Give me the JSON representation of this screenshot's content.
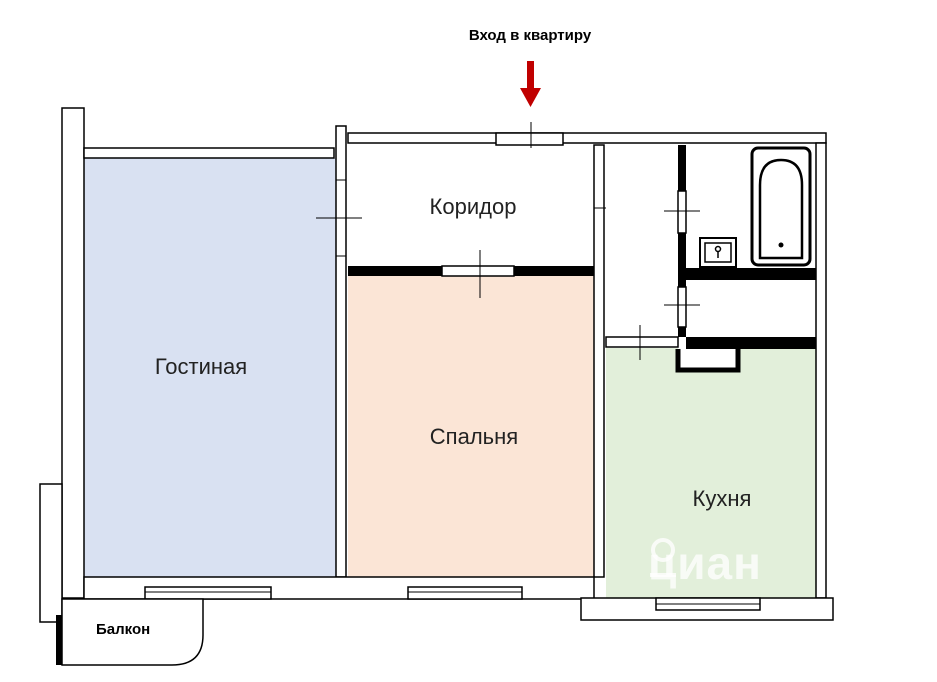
{
  "entrance": {
    "label": "Вход в квартиру",
    "arrow_color": "#c00000"
  },
  "rooms": {
    "living": {
      "label": "Гостиная",
      "color": "#d9e1f2"
    },
    "corridor": {
      "label": "Коридор",
      "color": "#ffffff"
    },
    "bedroom": {
      "label": "Спальня",
      "color": "#fbe5d6"
    },
    "kitchen": {
      "label": "Кухня",
      "color": "#e2efda"
    },
    "balcony": {
      "label": "Балкон"
    }
  },
  "watermark": {
    "text": "циан"
  },
  "colors": {
    "wall": "#000000",
    "outline": "#000000"
  }
}
